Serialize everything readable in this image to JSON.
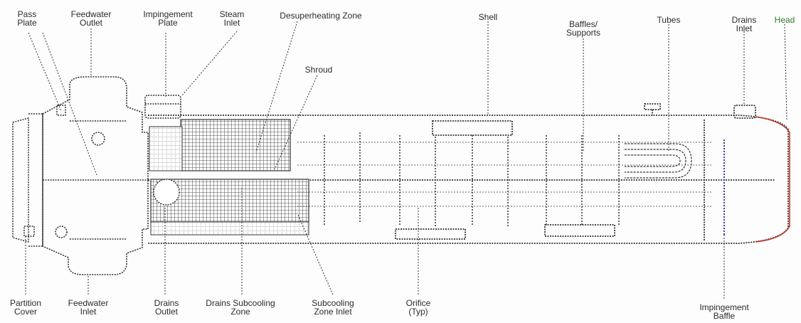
{
  "labels": {
    "pass_plate": [
      "Pass",
      "Plate"
    ],
    "feedwater_outlet": [
      "Feedwater",
      "Outlet"
    ],
    "impingement_plate": [
      "Impingement",
      "Plate"
    ],
    "steam_inlet": [
      "Steam",
      "Inlet"
    ],
    "desuperheating_zone": [
      "Desuperheating Zone"
    ],
    "shroud": [
      "Shroud"
    ],
    "shell": [
      "Shell"
    ],
    "baffles_supports": [
      "Baffles/",
      "Supports"
    ],
    "tubes": [
      "Tubes"
    ],
    "drains_inlet": [
      "Drains",
      "Inlet"
    ],
    "head": [
      "Head"
    ],
    "partition_cover": [
      "Partition",
      "Cover"
    ],
    "feedwater_inlet": [
      "Feedwater",
      "Inlet"
    ],
    "drains_outlet": [
      "Drains",
      "Outlet"
    ],
    "drains_subcooling_zone": [
      "Drains Subcooling",
      "Zone"
    ],
    "subcooling_zone_inlet": [
      "Subcooling",
      "Zone Inlet"
    ],
    "orifice": [
      "Orifice",
      "(Typ)"
    ],
    "impingement_baffle": [
      "Impingement",
      "Baffle"
    ]
  },
  "colors": {
    "ink": "#2b2b2b",
    "head_label": "#2e7d32",
    "head_outline": "#c0392b",
    "hatch": "#555555",
    "paper": "#fdfdfd"
  }
}
